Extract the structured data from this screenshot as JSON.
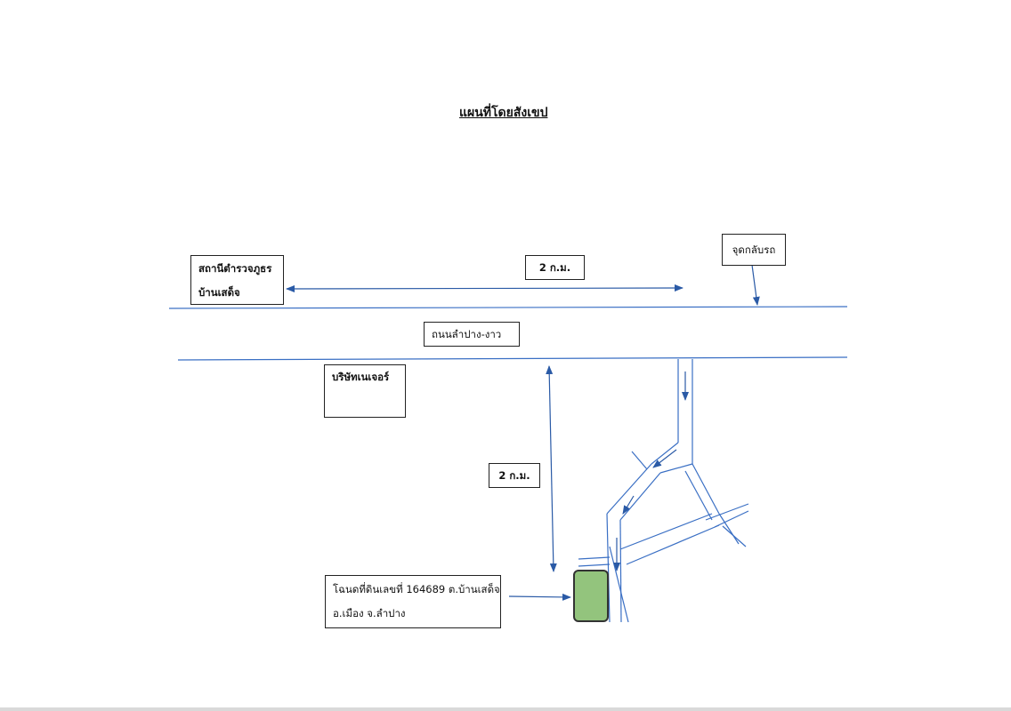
{
  "title": "แผนที่โดยสังเขป",
  "labels": {
    "police_station": [
      "สถานีตำรวจภูธร",
      "บ้านเสด็จ"
    ],
    "distance_top": "2 ก.ม.",
    "turnaround": "จุดกลับรถ",
    "road_name": "ถนนลำปาง-งาว",
    "company": "บริษัทเนเจอร์",
    "distance_side": "2 ก.ม.",
    "parcel": [
      "โฉนดที่ดินเลขที่ 164689 ต.บ้านเสด็จ",
      "อ.เมือง จ.ลำปาง"
    ]
  },
  "colors": {
    "road_line": "#3a6fc4",
    "arrow": "#2a5aa6",
    "parcel_fill": "#93c47d",
    "parcel_border": "#333333",
    "box_border": "#222222"
  }
}
